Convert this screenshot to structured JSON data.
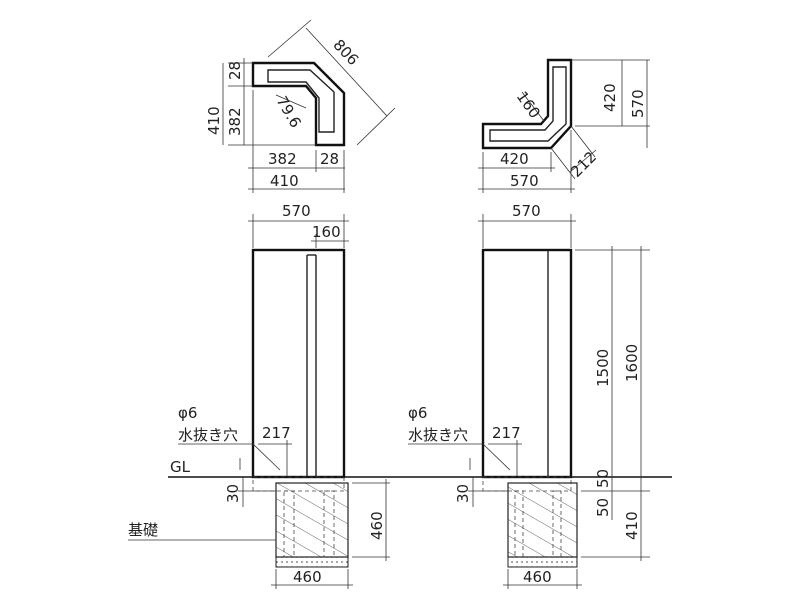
{
  "top_left": {
    "dim_diag": "806",
    "dim_28_top": "28",
    "dim_410_side": "410",
    "dim_382_side": "382",
    "dim_796": "79.6",
    "dim_382_bottom": "382",
    "dim_28_bottom": "28",
    "dim_410_bottom": "410"
  },
  "top_right": {
    "dim_160": "160",
    "dim_420_side": "420",
    "dim_570_side": "570",
    "dim_212": "212",
    "dim_420_bottom": "420",
    "dim_570_bottom": "570"
  },
  "front_left": {
    "dim_570": "570",
    "dim_160": "160",
    "hole_label_1": "φ6",
    "hole_label_2": "水抜き穴",
    "dim_217": "217",
    "dim_30": "30",
    "dim_460_side": "460",
    "dim_460_bottom": "460"
  },
  "front_right": {
    "dim_570": "570",
    "dim_1500": "1500",
    "dim_1600": "1600",
    "hole_label_1": "φ6",
    "hole_label_2": "水抜き穴",
    "dim_217": "217",
    "dim_30": "30",
    "dim_50_upper": "50",
    "dim_50_lower": "50",
    "dim_410": "410",
    "dim_460_bottom": "460"
  },
  "labels": {
    "ground_line": "GL",
    "foundation": "基礎"
  }
}
